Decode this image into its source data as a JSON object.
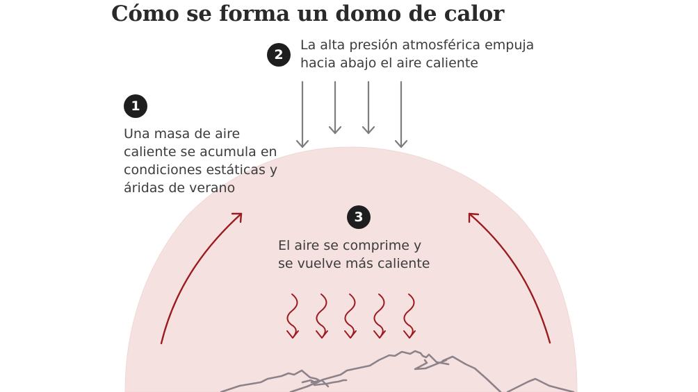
{
  "diagram": {
    "title": "Cómo se forma un domo de calor",
    "steps": [
      {
        "number": "1",
        "text": "Una masa de aire\ncaliente se acumula en\ncondiciones estáticas y\náridas de verano"
      },
      {
        "number": "2",
        "text": "La alta presión atmosférica empuja\nhacia abajo el aire caliente"
      },
      {
        "number": "3",
        "text": "El aire se comprime y\nse vuelve más caliente"
      }
    ],
    "elements": {
      "dome": "heat-dome",
      "pressure_arrows_count": 4,
      "rising_air_arrows_count": 2,
      "heat_wave_arrows_count": 5,
      "ground": "mountain-range"
    },
    "colors": {
      "dome_fill": "#f6e1e1",
      "dome_edge": "#f0d3d3",
      "heat_arrow": "#9b1c1f",
      "pressure_arrow": "#7d7d7d",
      "mountain": "#8c8289",
      "badge": "#1e1e1e",
      "text": "#3c3c3c",
      "title": "#2a2a2a"
    }
  }
}
